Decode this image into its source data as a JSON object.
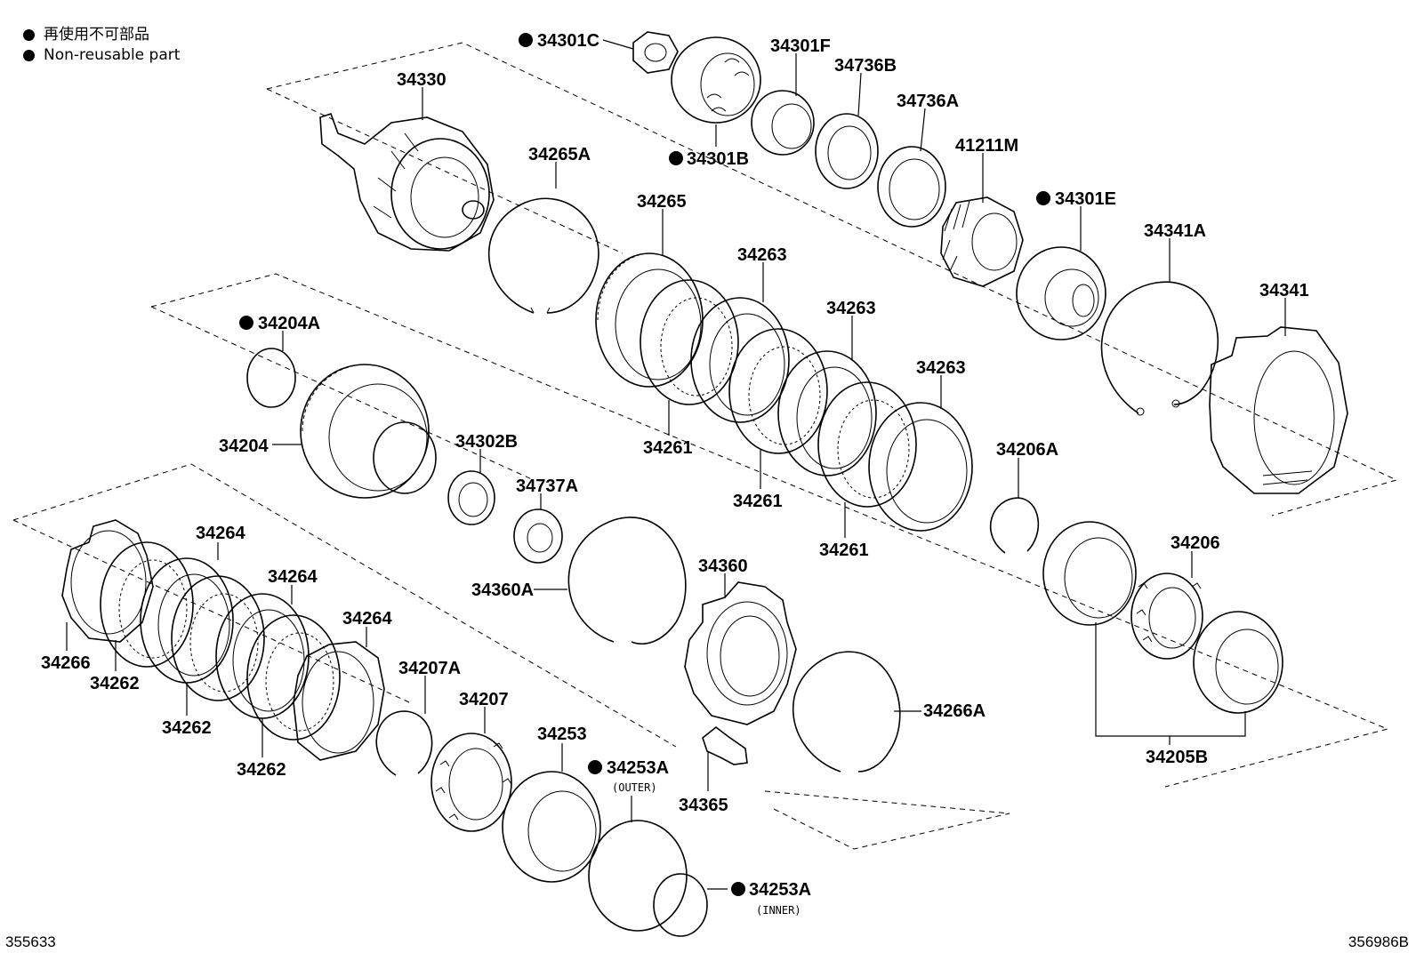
{
  "legend": {
    "line_ja": "再使用不可部品",
    "line_en": "Non-reusable part"
  },
  "footer": {
    "left_code": "355633",
    "right_code": "356986B"
  },
  "parts": {
    "p34301C": "34301C",
    "p34301F": "34301F",
    "p34736B": "34736B",
    "p34736A": "34736A",
    "p34330": "34330",
    "p34301B": "34301B",
    "p41211M": "41211M",
    "p34301E": "34301E",
    "p34265A": "34265A",
    "p34265": "34265",
    "p34341A": "34341A",
    "p34263a": "34263",
    "p34341": "34341",
    "p34263b": "34263",
    "p34204A": "34204A",
    "p34263c": "34263",
    "p34204": "34204",
    "p34261a": "34261",
    "p34302B": "34302B",
    "p34206A": "34206A",
    "p34737A": "34737A",
    "p34261b": "34261",
    "p34261c": "34261",
    "p34206": "34206",
    "p34264a": "34264",
    "p34360": "34360",
    "p34264b": "34264",
    "p34360A": "34360A",
    "p34264c": "34264",
    "p34266": "34266",
    "p34262a": "34262",
    "p34207A": "34207A",
    "p34266A": "34266A",
    "p34207": "34207",
    "p34262b": "34262",
    "p34253": "34253",
    "p34253A_outer": "34253A",
    "outer_note": "(OUTER)",
    "p34205B": "34205B",
    "p34262c": "34262",
    "p34365": "34365",
    "p34253A_inner": "34253A",
    "inner_note": "(INNER)"
  }
}
